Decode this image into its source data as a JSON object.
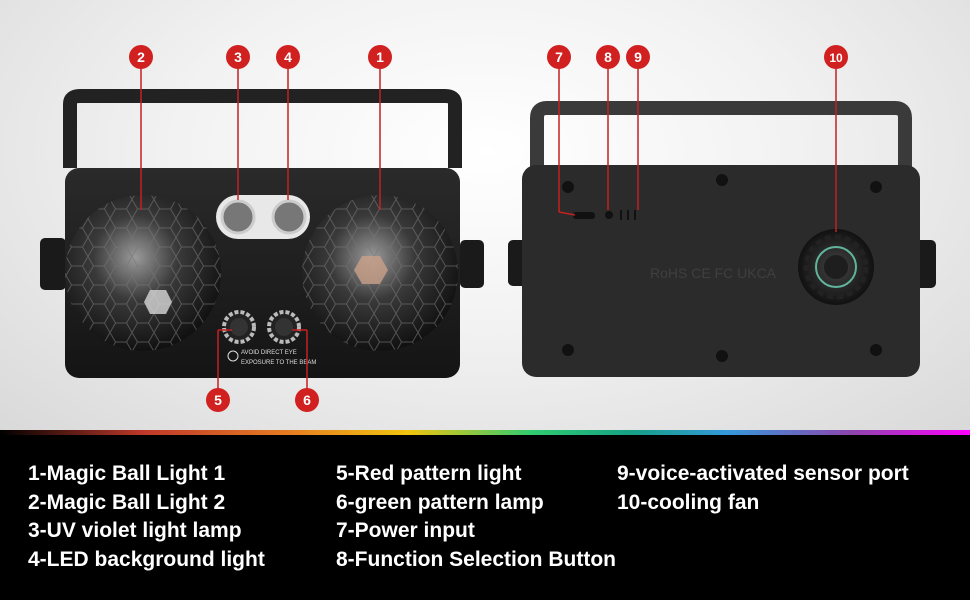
{
  "callouts": [
    {
      "id": "2",
      "label": "2"
    },
    {
      "id": "3",
      "label": "3"
    },
    {
      "id": "4",
      "label": "4"
    },
    {
      "id": "1",
      "label": "1"
    },
    {
      "id": "7",
      "label": "7"
    },
    {
      "id": "8",
      "label": "8"
    },
    {
      "id": "9",
      "label": "9"
    },
    {
      "id": "10",
      "label": "10"
    },
    {
      "id": "5",
      "label": "5"
    },
    {
      "id": "6",
      "label": "6"
    }
  ],
  "front_label": {
    "line1": "AVOID DIRECT EYE",
    "line2": "EXPOSURE TO THE BEAM"
  },
  "back_marks": "RoHS  CE  FC  UKCA",
  "legend": {
    "col1": [
      "1-Magic Ball Light 1",
      "2-Magic Ball Light 2",
      "3-UV violet light lamp",
      "4-LED background light"
    ],
    "col2": [
      "5-Red pattern light",
      "6-green pattern lamp",
      "7-Power input",
      "8-Function Selection Button"
    ],
    "col3": [
      "9-voice-activated sensor port",
      "10-cooling fan"
    ]
  },
  "colors": {
    "callout": "#d0201f",
    "legend_bg": "#000000",
    "legend_text": "#ffffff"
  }
}
